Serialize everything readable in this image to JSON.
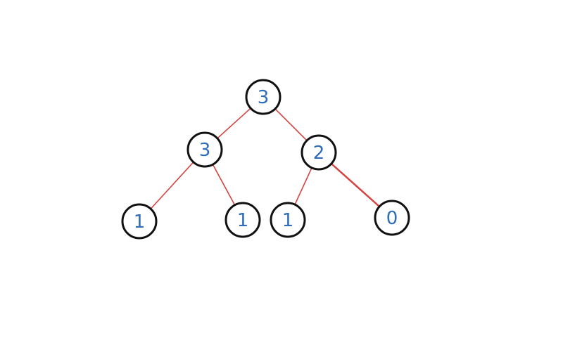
{
  "colors": {
    "edge": "#d6423f",
    "node_stroke": "#111111",
    "label": "#2f6db8",
    "background": "#ffffff"
  },
  "tree": {
    "nodes": [
      {
        "id": "root",
        "label": "3"
      },
      {
        "id": "left",
        "label": "3"
      },
      {
        "id": "right",
        "label": "2"
      },
      {
        "id": "left-left",
        "label": "1"
      },
      {
        "id": "left-right",
        "label": "1"
      },
      {
        "id": "right-left",
        "label": "1"
      },
      {
        "id": "right-right",
        "label": "0"
      }
    ],
    "edges": [
      {
        "from": "root",
        "to": "left"
      },
      {
        "from": "root",
        "to": "right"
      },
      {
        "from": "left",
        "to": "left-left"
      },
      {
        "from": "left",
        "to": "left-right"
      },
      {
        "from": "right",
        "to": "right-left"
      },
      {
        "from": "right",
        "to": "right-right"
      }
    ]
  }
}
